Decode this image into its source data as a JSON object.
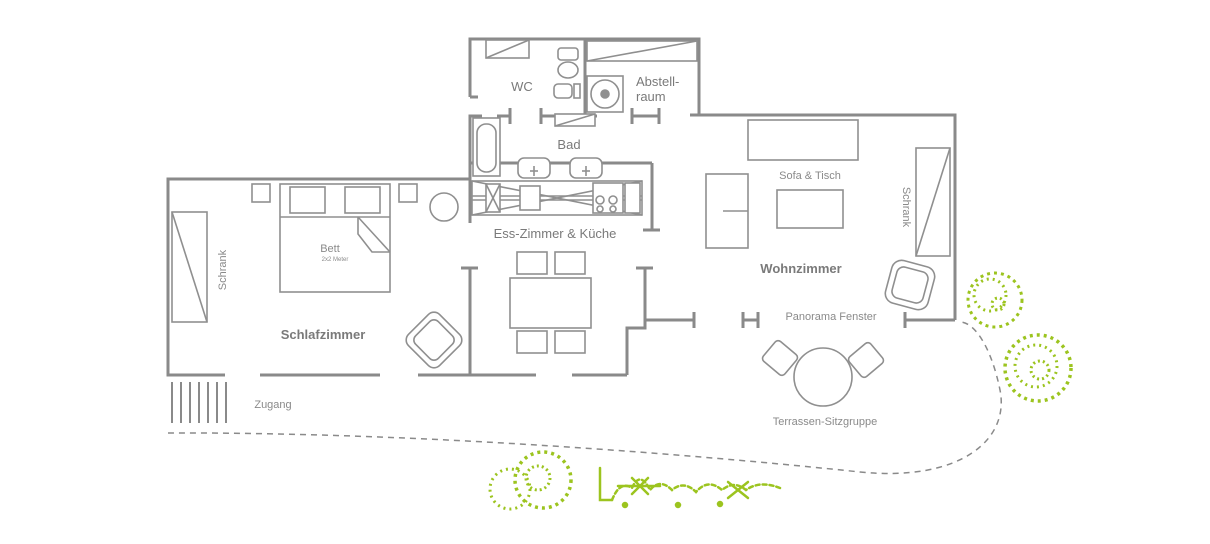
{
  "labels": {
    "wc": "WC",
    "abstellraum_1": "Abstell-",
    "abstellraum_2": "raum",
    "bad": "Bad",
    "kueche": "Ess-Zimmer & Küche",
    "bett": "Bett",
    "bett_size": "2x2 Meter",
    "schrank_left": "Schrank",
    "schlafzimmer": "Schlafzimmer",
    "zugang": "Zugang",
    "sofa": "Sofa & Tisch",
    "schrank_right": "Schrank",
    "wohnzimmer": "Wohnzimmer",
    "panorama": "Panorama Fenster",
    "terrasse": "Terrassen-Sitzgruppe"
  },
  "colors": {
    "wall": "#8a8a8a",
    "furniture": "#8f8f8f",
    "plants": "#9cc41f",
    "text": "#8a8a8a"
  }
}
